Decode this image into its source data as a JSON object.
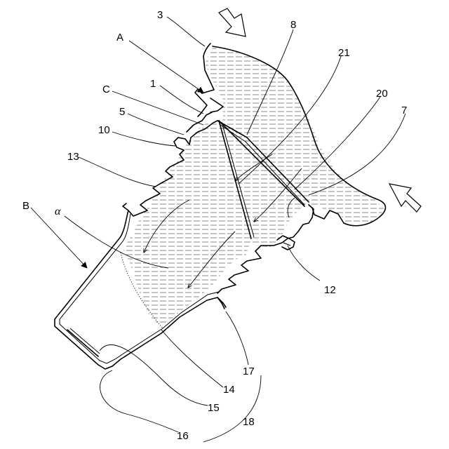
{
  "labels": {
    "n3": "3",
    "A": "A",
    "n8": "8",
    "n21": "21",
    "n1": "1",
    "C": "C",
    "n20": "20",
    "n7": "7",
    "n5": "5",
    "n10": "10",
    "n13": "13",
    "B": "B",
    "alpha": "α",
    "n12": "12",
    "n17": "17",
    "n14": "14",
    "n15": "15",
    "n16": "16",
    "n18": "18"
  }
}
